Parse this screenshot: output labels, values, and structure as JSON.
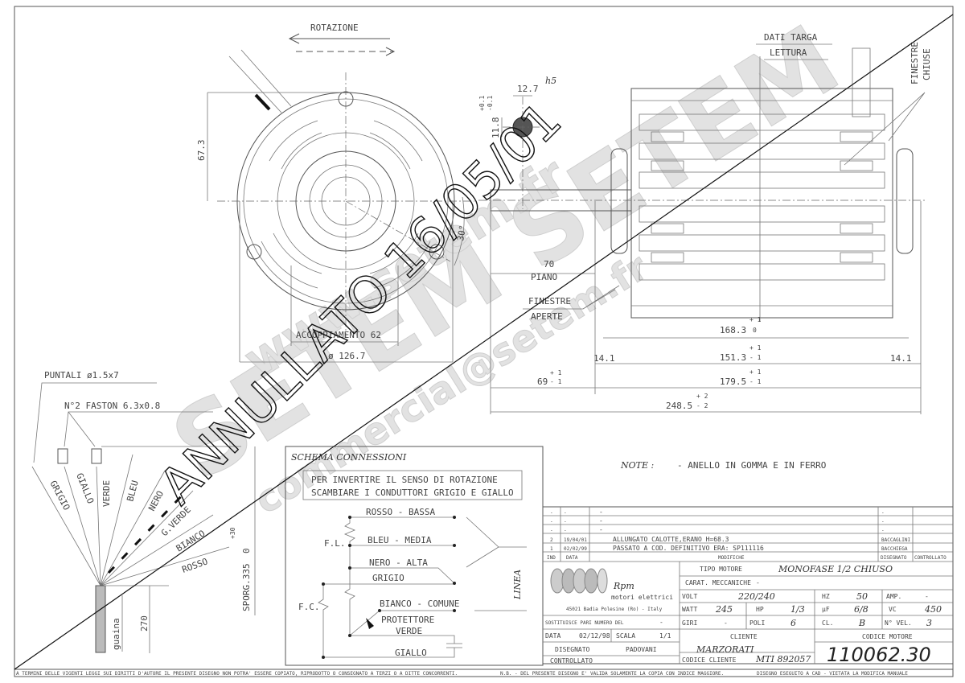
{
  "watermark": {
    "brand_big": "SETEM SETEM",
    "website": "www.setem.fr",
    "email": "commercial@setem.fr",
    "stamp": "ANNULLATO 16/05/01"
  },
  "front_view": {
    "rotation_label": "ROTAZIONE",
    "dim_height": "67.3",
    "angle": "30°",
    "dim_70": "70",
    "piano": "PIANO",
    "finestre_aperte_1": "FINESTRE",
    "finestre_aperte_2": "APERTE",
    "accoppiamento": "ACCOPPIAMENTO 62",
    "diameter": "ø 126.7"
  },
  "shaft_section": {
    "width": "12.7",
    "fit": "h5",
    "height": "11.8",
    "tol_plus": "+0.1",
    "tol_minus": "-0.1"
  },
  "side_view": {
    "dati_targa": "DATI TARGA",
    "lettura": "LETTURA",
    "finestre": "FINESTRE",
    "chiuse": "CHIUSE",
    "dims": [
      {
        "value": "168.3",
        "tol_up": "+ 1",
        "tol_down": "0"
      },
      {
        "value": "151.3",
        "tol_up": "+ 1",
        "tol_down": "- 1"
      },
      {
        "value": "179.5",
        "tol_up": "+ 1",
        "tol_down": "- 1"
      },
      {
        "value": "248.5",
        "tol_up": "+ 2",
        "tol_down": "- 2"
      },
      {
        "value": "69",
        "tol_up": "+ 1",
        "tol_down": "- 1"
      }
    ],
    "end_left": "14.1",
    "end_right": "14.1"
  },
  "leads": {
    "puntali": "PUNTALI ø1.5x7",
    "faston": "N°2 FASTON 6.3x0.8",
    "wires": [
      "GRIGIO",
      "GIALLO",
      "VERDE",
      "BLEU",
      "NERO",
      "G.VERDE",
      "BIANCO",
      "ROSSO"
    ],
    "guaina": "guaina",
    "len_270": "270",
    "sporg": "SPORG.335",
    "sporg_up": "+30",
    "sporg_down": "0"
  },
  "notes": {
    "label": "NOTE :",
    "text": "- ANELLO IN GOMMA E IN FERRO"
  },
  "schema": {
    "title": "SCHEMA CONNESSIONI",
    "instruction_1": "PER INVERTIRE IL SENSO DI ROTAZIONE",
    "instruction_2": "SCAMBIARE I CONDUTTORI GRIGIO E GIALLO",
    "rosso": "ROSSO - BASSA",
    "bleu": "BLEU - MEDIA",
    "nero": "NERO - ALTA",
    "grigio": "GRIGIO",
    "bianco": "BIANCO - COMUNE",
    "protettore": "PROTETTORE",
    "verde": "VERDE",
    "giallo": "GIALLO",
    "fl": "F.L.",
    "fc": "F.C.",
    "linea": "LINEA"
  },
  "revisions": {
    "rows": [
      {
        "ind": "-",
        "data": "-",
        "desc": "-",
        "dis": "-",
        "ctrl": ""
      },
      {
        "ind": "-",
        "data": "-",
        "desc": "-",
        "dis": "-",
        "ctrl": ""
      },
      {
        "ind": "-",
        "data": "-",
        "desc": "-",
        "dis": "-",
        "ctrl": ""
      },
      {
        "ind": "2",
        "data": "19/04/01",
        "desc": "ALLUNGATO CALOTTE,ERANO H=68.3",
        "dis": "BACCAGLINI",
        "ctrl": ""
      },
      {
        "ind": "1",
        "data": "02/02/99",
        "desc": "PASSATO A COD. DEFINITIVO ERA: SP111116",
        "dis": "BACCHIEGA",
        "ctrl": ""
      }
    ],
    "headers": {
      "ind": "IND",
      "data": "DATA",
      "desc": "MODIFICHE",
      "dis": "DISEGNATO",
      "ctrl": "CONTROLLATO"
    }
  },
  "title_block": {
    "logo_text": "Rpm",
    "logo_sub": "motori elettrici",
    "address": "45021 Badia Polesine (Ro) - Italy",
    "sostituisce_label": "SOSTITUISCE PARI NUMERO DEL",
    "sostituisce_value": "-",
    "data_label": "DATA",
    "data_value": "02/12/98",
    "scala_label": "SCALA",
    "scala_value": "1/1",
    "disegnato_label": "DISEGNATO",
    "disegnato_value": "PADOVANI",
    "controllato_label": "CONTROLLATO",
    "tipo_label": "TIPO MOTORE",
    "tipo_value": "MONOFASE 1/2 CHIUSO",
    "carat_label": "CARAT. MECCANICHE",
    "carat_value": "-",
    "volt_label": "VOLT",
    "volt_value": "220/240",
    "hz_label": "HZ",
    "hz_value": "50",
    "amp_label": "AMP.",
    "amp_value": "-",
    "watt_label": "WATT",
    "watt_value": "245",
    "hp_label": "HP",
    "hp_value": "1/3",
    "uf_label": "µF",
    "uf_value": "6/8",
    "vc_label": "VC",
    "vc_value": "450",
    "giri_label": "GIRI",
    "giri_value": "-",
    "poli_label": "POLI",
    "poli_value": "6",
    "cl_label": "CL.",
    "cl_value": "B",
    "nvel_label": "N° VEL.",
    "nvel_value": "3",
    "cliente_label": "CLIENTE",
    "cliente_value": "MARZORATI",
    "codice_cliente_label": "CODICE CLIENTE",
    "codice_cliente_value": "MTI 892057",
    "codice_motore_label": "CODICE MOTORE",
    "codice_motore_value": "110062.30"
  },
  "footer": {
    "copyright": "A TERMINI DELLE VIGENTI LEGGI SUI DIRITTI D'AUTORE IL PRESENTE DISEGNO NON POTRA' ESSERE COPIATO, RIPRODOTTO O CONSEGNATO A TERZI O A DITTE CONCORRENTI.",
    "nb": "N.B. - DEL PRESENTE DISEGNO E' VALIDA SOLAMENTE LA COPIA CON INDICE MAGGIORE.",
    "cad": "DISEGNO ESEGUITO A CAD - VIETATA LA MODIFICA MANUALE"
  }
}
